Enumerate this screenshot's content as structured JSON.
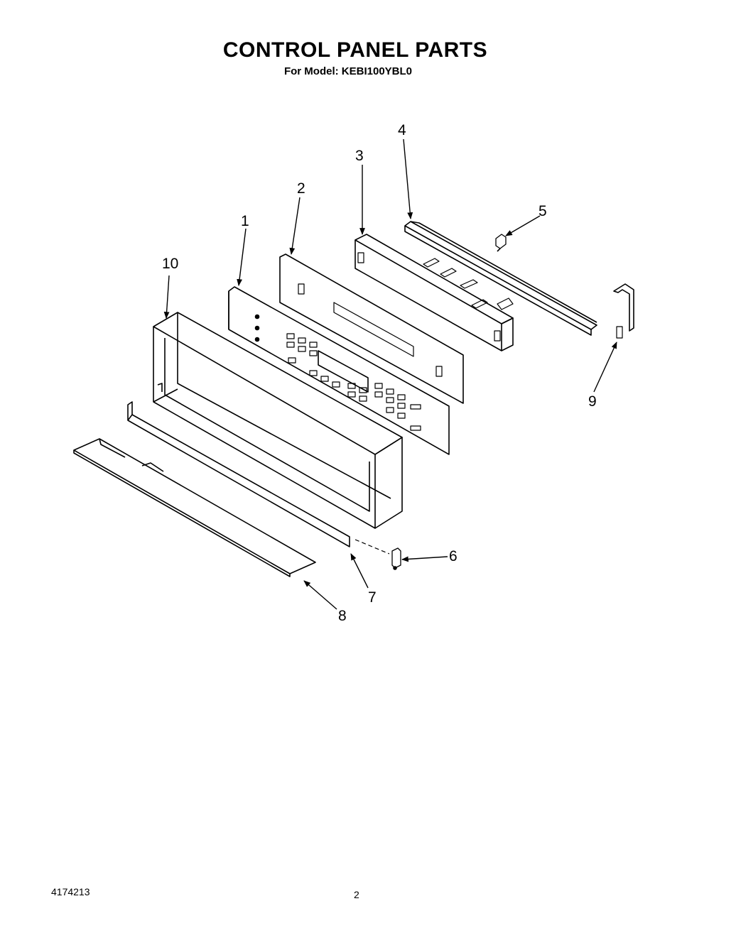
{
  "header": {
    "title": "CONTROL PANEL PARTS",
    "model_label": "For Model:",
    "model_number": "KEBI100YBL0"
  },
  "footer": {
    "document_number": "4174213",
    "page_number": "2"
  },
  "callouts": {
    "c1": "1",
    "c2": "2",
    "c3": "3",
    "c4": "4",
    "c5": "5",
    "c6": "6",
    "c7": "7",
    "c8": "8",
    "c9": "9",
    "c10": "10"
  }
}
